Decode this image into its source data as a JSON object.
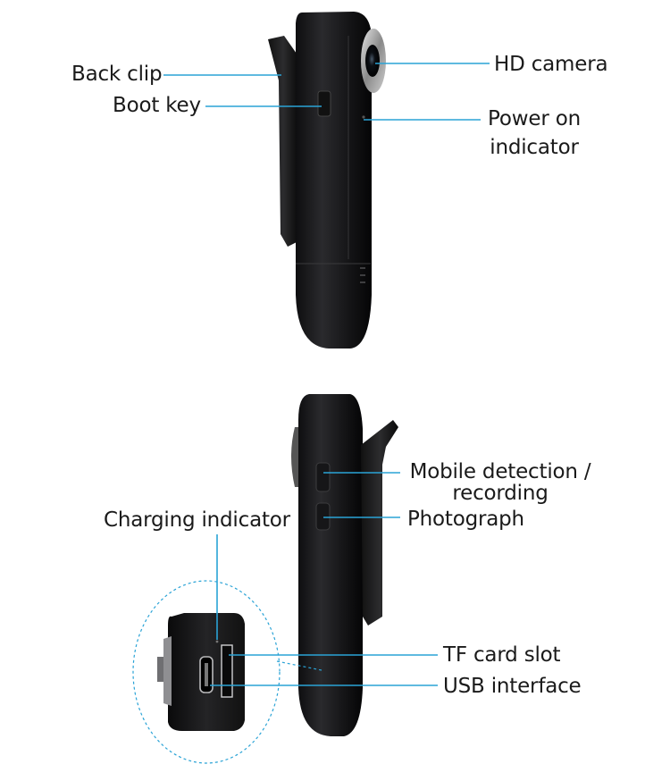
{
  "colors": {
    "leader_line": "#2aa3d6",
    "device_body": "#1c1c1e",
    "device_edge": "#3a3a3c",
    "text": "#1a1a1a"
  },
  "labels": {
    "back_clip": "Back clip",
    "boot_key": "Boot key",
    "hd_camera": "HD camera",
    "power_on_indicator_1": "Power on",
    "power_on_indicator_2": "indicator",
    "mobile_detection_1": "Mobile detection /",
    "mobile_detection_2": "recording",
    "photograph": "Photograph",
    "charging_indicator": "Charging indicator",
    "tf_card_slot": "TF card slot",
    "usb_interface": "USB interface"
  }
}
